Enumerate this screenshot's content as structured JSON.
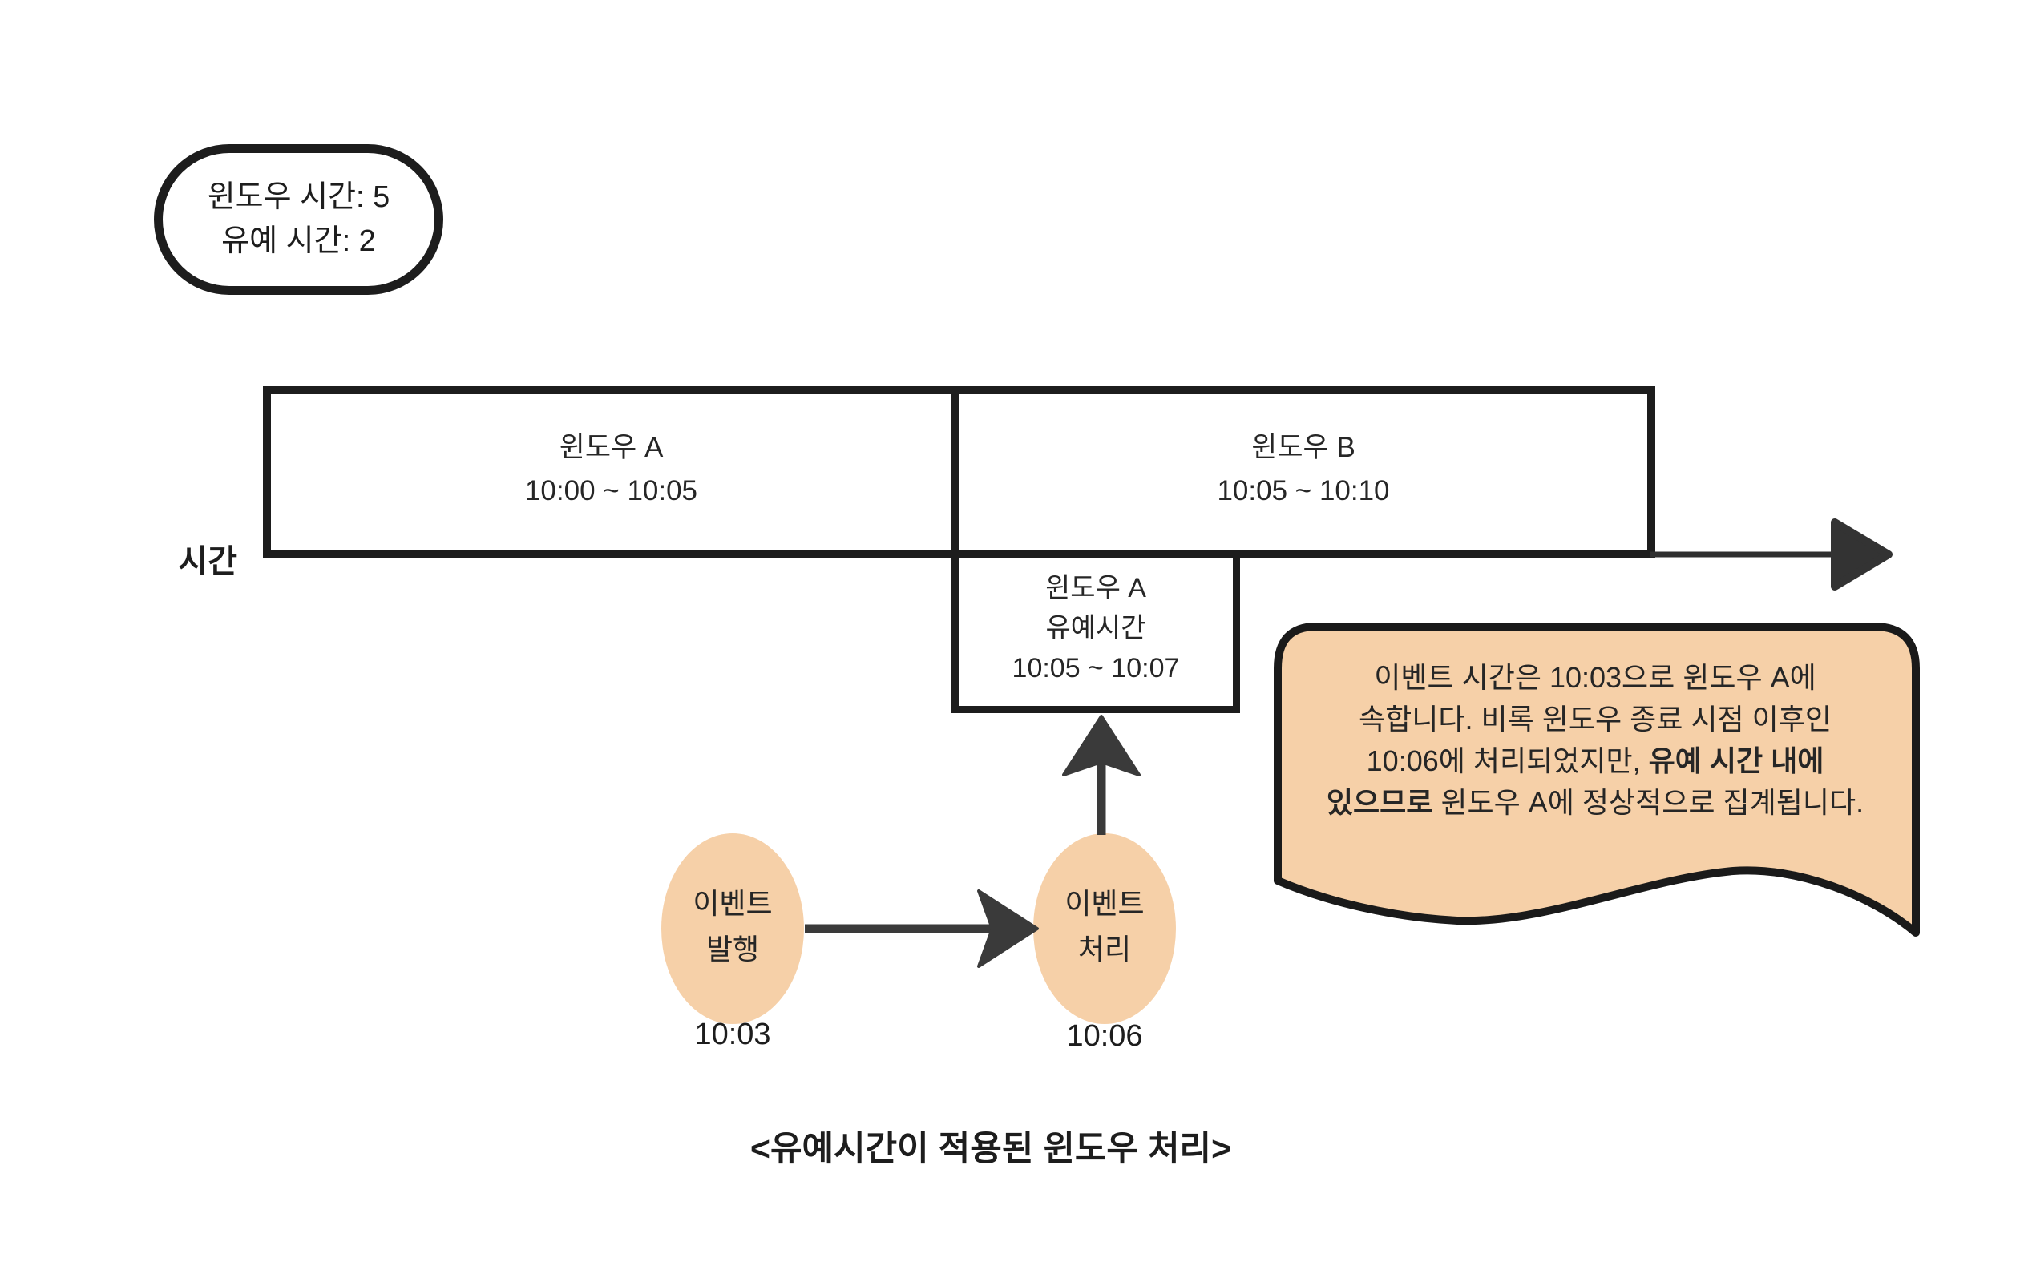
{
  "colors": {
    "background": "#ffffff",
    "border": "#1d1d1d",
    "peach_fill": "#f6d0a8",
    "arrow": "#3a3a3a",
    "text": "#262626"
  },
  "legend": {
    "line1": "윈도우 시간: 5",
    "line2": "유예 시간: 2"
  },
  "axis": {
    "label": "시간"
  },
  "window_a": {
    "title": "윈도우 A",
    "range": "10:00 ~ 10:05"
  },
  "window_b": {
    "title": "윈도우 B",
    "range": "10:05 ~ 10:10"
  },
  "grace": {
    "line1": "윈도우 A",
    "line2": "유예시간",
    "line3": "10:05 ~ 10:07"
  },
  "event_publish": {
    "line1": "이벤트",
    "line2": "발행",
    "time": "10:03"
  },
  "event_process": {
    "line1": "이벤트",
    "line2": "처리",
    "time": "10:06"
  },
  "note": {
    "line1": "이벤트 시간은 10:03으로 윈도우 A에",
    "line2": "속합니다. 비록 윈도우 종료 시점 이후인",
    "line3_regular": "10:06에 처리되었지만, ",
    "line3_bold": "유예 시간 내에",
    "line4_bold": "있으므로",
    "line4_regular": " 윈도우 A에 정상적으로 집계됩니다."
  },
  "caption": "<유예시간이 적용된 윈도우 처리>"
}
